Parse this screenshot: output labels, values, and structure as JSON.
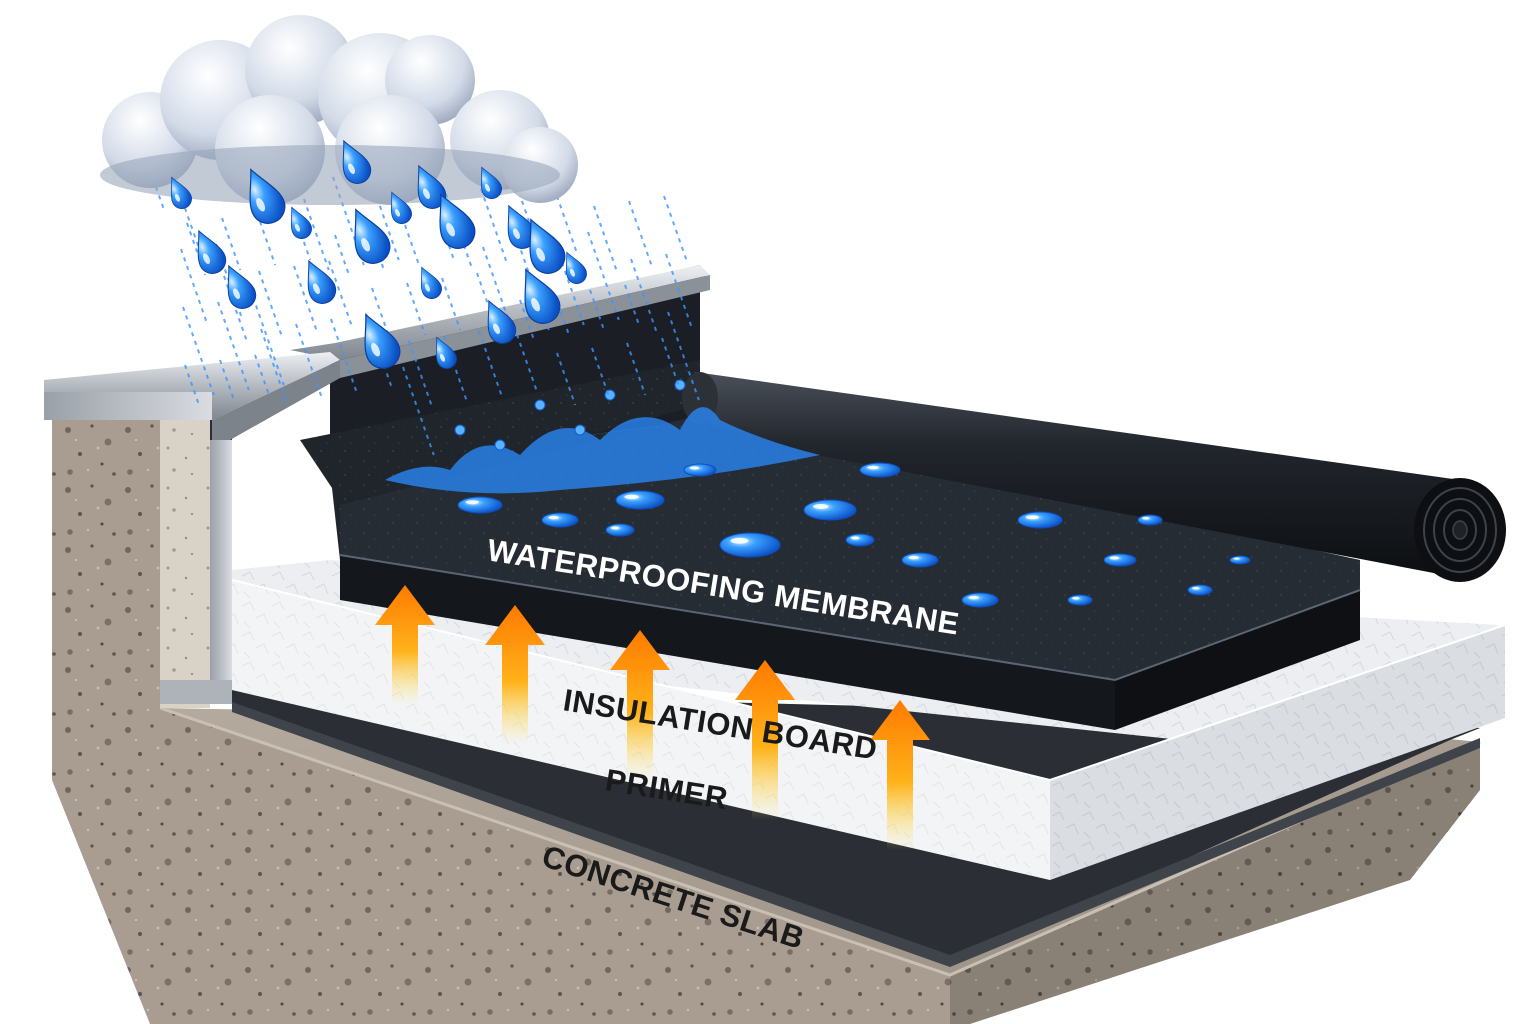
{
  "labels": {
    "membrane": "WATERPROOFING MEMBRANE",
    "insulation": "INSULATION BOARD",
    "primer": "PRIMER",
    "slab": "CONCRETE SLAB"
  },
  "icons": {
    "cloud": "rain-cloud-icon",
    "drop": "raindrop-icon",
    "arrow": "heat-arrow-up-icon"
  },
  "colors": {
    "concrete": "#a59a8d",
    "concrete_dark": "#7e746a",
    "insulation": "#eef0f3",
    "membrane": "#1c2026",
    "primer": "#33373d",
    "metal": "#b8bcc2",
    "water": "#2a8cff",
    "arrow_top": "#ff8a00",
    "arrow_bottom": "#ffe24a",
    "label_light": "#ffffff",
    "label_dark": "#1a1a1a"
  }
}
